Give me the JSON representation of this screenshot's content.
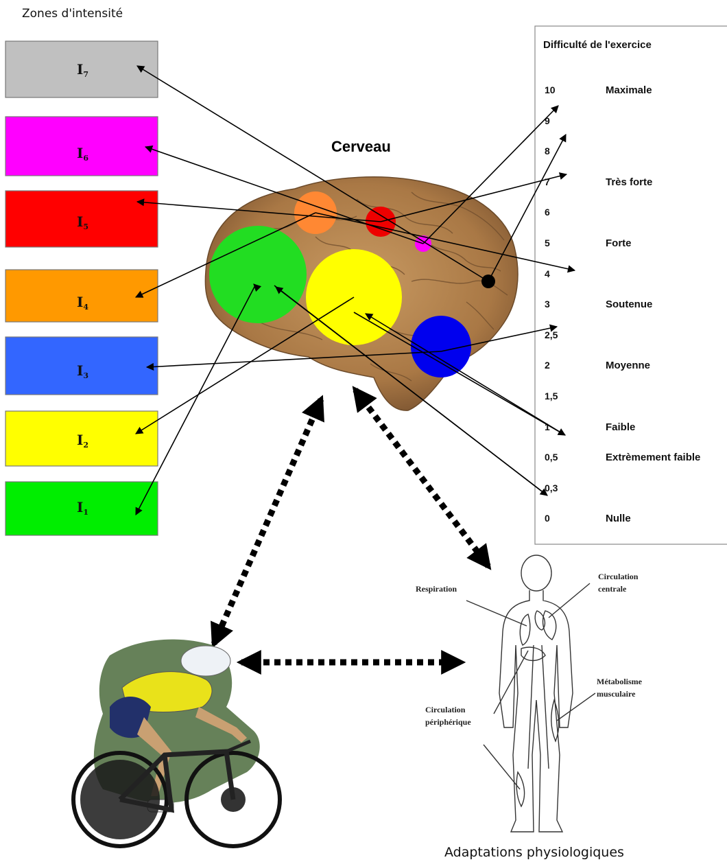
{
  "zones": {
    "title": "Zones d'intensité",
    "items": [
      {
        "base": "I",
        "sub": "7",
        "color": "#c0c0c0"
      },
      {
        "base": "I",
        "sub": "6",
        "color": "#ff00ff"
      },
      {
        "base": "I",
        "sub": "5",
        "color": "#ff0000"
      },
      {
        "base": "I",
        "sub": "4",
        "color": "#ff9900"
      },
      {
        "base": "I",
        "sub": "3",
        "color": "#3366ff"
      },
      {
        "base": "I",
        "sub": "2",
        "color": "#ffff00"
      },
      {
        "base": "I",
        "sub": "1",
        "color": "#00ee00"
      }
    ]
  },
  "brain": {
    "title": "Cerveau",
    "regions": [
      {
        "zone": "I1",
        "color": "#22dd22"
      },
      {
        "zone": "I2",
        "color": "#ffff00"
      },
      {
        "zone": "I3",
        "color": "#0000ee"
      },
      {
        "zone": "I4",
        "color": "#ff8833"
      },
      {
        "zone": "I5",
        "color": "#ee0000"
      },
      {
        "zone": "I6",
        "color": "#ff00ff"
      },
      {
        "zone": "I7",
        "color": "#000000"
      }
    ]
  },
  "scale": {
    "title": "Difficulté de l'exercice",
    "rows": [
      {
        "value": "10",
        "desc": "Maximale"
      },
      {
        "value": "9",
        "desc": ""
      },
      {
        "value": "8",
        "desc": ""
      },
      {
        "value": "7",
        "desc": "Très forte"
      },
      {
        "value": "6",
        "desc": ""
      },
      {
        "value": "5",
        "desc": "Forte"
      },
      {
        "value": "4",
        "desc": ""
      },
      {
        "value": "3",
        "desc": "Soutenue"
      },
      {
        "value": "2,5",
        "desc": ""
      },
      {
        "value": "2",
        "desc": "Moyenne"
      },
      {
        "value": "1,5",
        "desc": ""
      },
      {
        "value": "1",
        "desc": "Faible"
      },
      {
        "value": "0,5",
        "desc": "Extrèmement faible"
      },
      {
        "value": "0,3",
        "desc": ""
      },
      {
        "value": "0",
        "desc": "Nulle"
      }
    ]
  },
  "body": {
    "title": "Adaptations physiologiques",
    "labels": {
      "respiration": "Respiration",
      "central_1": "Circulation",
      "central_2": "centrale",
      "metab_1": "Métabolisme",
      "metab_2": "musculaire",
      "periph_1": "Circulation",
      "periph_2": "périphérique"
    }
  },
  "icons": {
    "cyclist": "cyclist-illustration",
    "brain": "brain-illustration",
    "body": "human-body-outline"
  }
}
